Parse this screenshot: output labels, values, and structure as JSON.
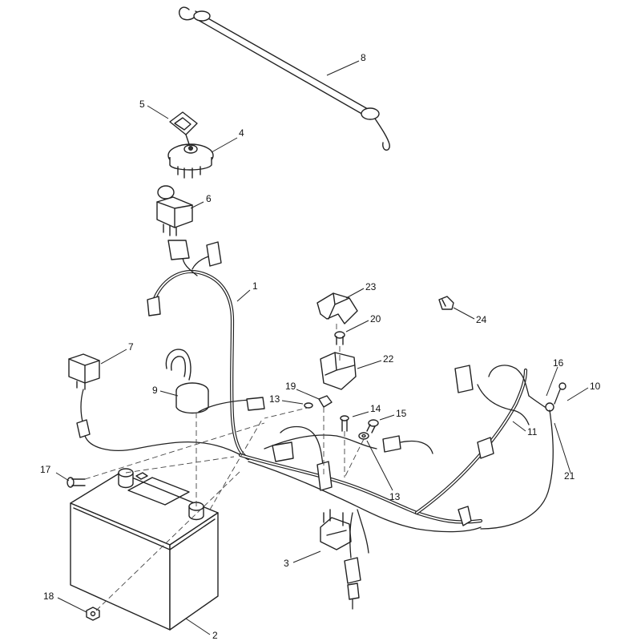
{
  "callouts": {
    "c1": "1",
    "c2": "2",
    "c3": "3",
    "c4": "4",
    "c5": "5",
    "c6": "6",
    "c7": "7",
    "c8": "8",
    "c9": "9",
    "c10": "10",
    "c11": "11",
    "c12": "13",
    "c13": "13",
    "c14": "14",
    "c15": "15",
    "c16": "16",
    "c17": "17",
    "c18": "18",
    "c19": "19",
    "c20": "20",
    "c21": "21",
    "c22": "22",
    "c23": "23",
    "c24": "24"
  }
}
